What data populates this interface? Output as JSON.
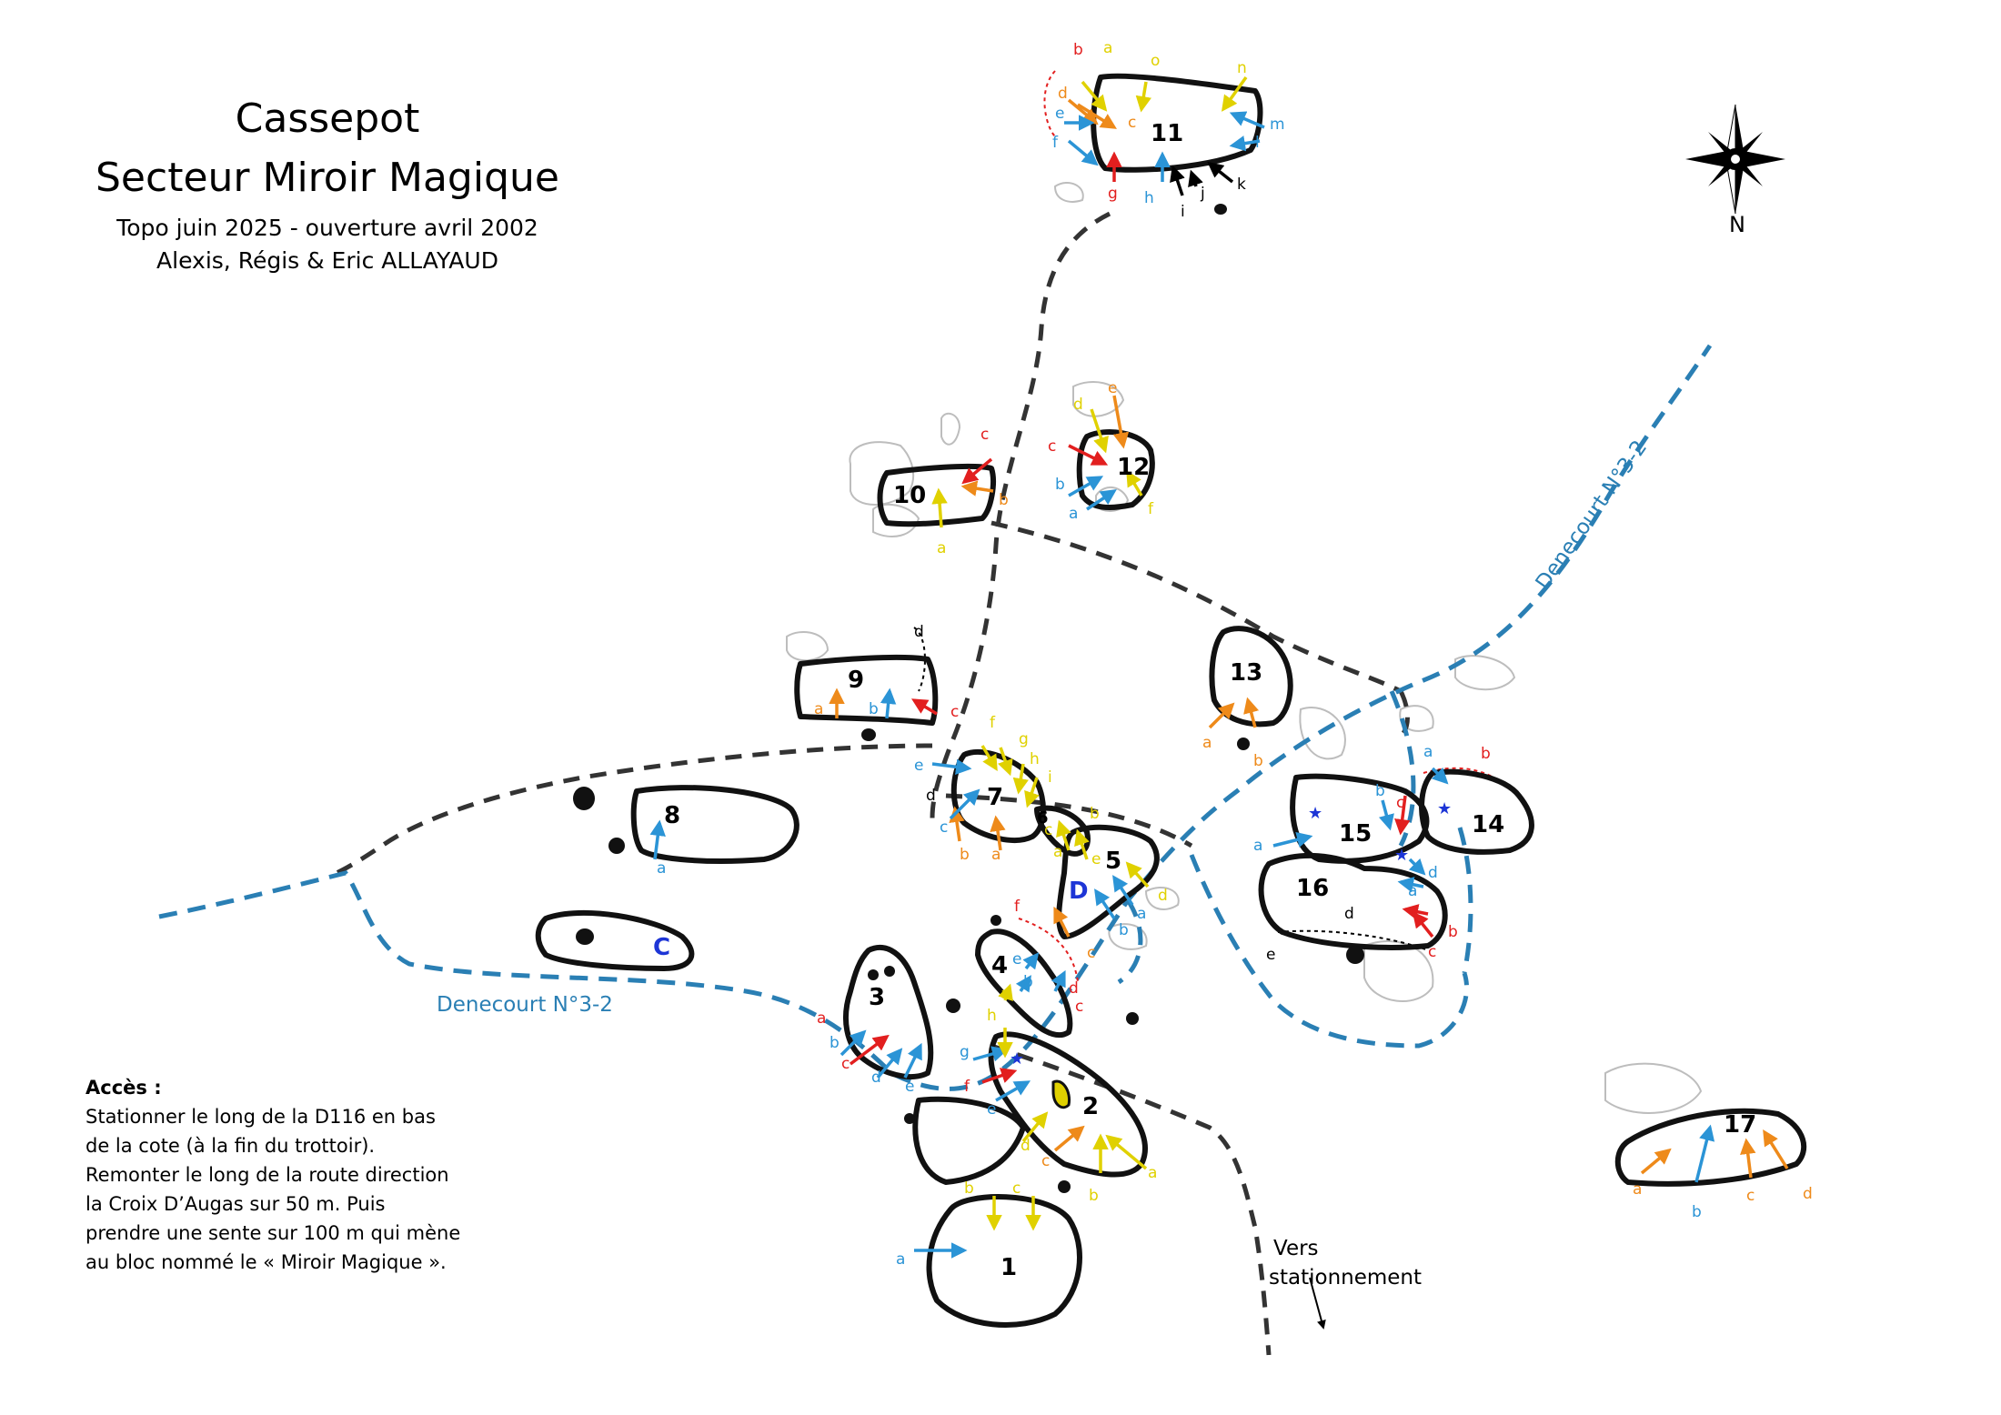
{
  "title": "Cassepot",
  "subtitle": "Secteur Miroir Magique",
  "topo_line": "Topo juin 2025 - ouverture avril 2002",
  "authors": "Alexis, Régis & Eric ALLAYAUD",
  "compass_label": "N",
  "access": {
    "heading": "Accès :",
    "lines": [
      "Stationner le long de la D116 en bas",
      "de la cote (à la fin du trottoir).",
      "Remonter le long de la route direction",
      "la Croix D’Augas sur 50 m. Puis",
      "prendre une sente sur 100 m qui mène",
      "au bloc nommé le « Miroir Magique »."
    ]
  },
  "trail_labels": {
    "denecourt_left": "Denecourt N°3-2",
    "denecourt_right": "Denecourt N°3-2"
  },
  "parking_label": [
    "Vers",
    "stationnement"
  ],
  "boulder_numbers": [
    "1",
    "2",
    "3",
    "4",
    "5",
    "6",
    "7",
    "8",
    "9",
    "10",
    "11",
    "12",
    "13",
    "14",
    "15",
    "16",
    "17"
  ],
  "zone_letters": [
    "C",
    "D"
  ],
  "colors": {
    "yellow": "#e0d100",
    "blue": "#2b94d6",
    "orange": "#ee8a1a",
    "red": "#e21f1f",
    "black": "#000000",
    "trail_blue": "#2a7fb4",
    "rock_grey": "#bdbdbd"
  }
}
